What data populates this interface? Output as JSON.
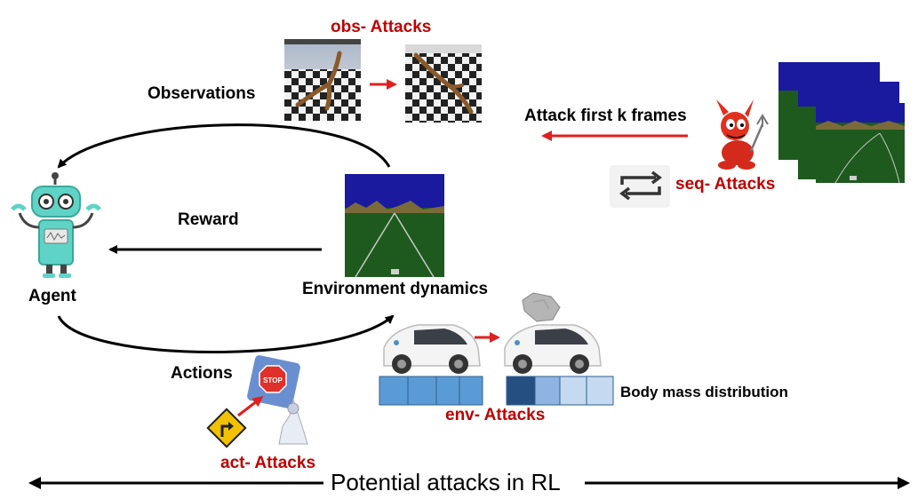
{
  "labels": {
    "obs_attacks": "obs- Attacks",
    "observations": "Observations",
    "attack_first_k": "Attack first k frames",
    "seq_attacks": "seq- Attacks",
    "reward": "Reward",
    "agent": "Agent",
    "environment_dynamics": "Environment dynamics",
    "actions": "Actions",
    "body_mass": "Body mass distribution",
    "env_attacks": "env- Attacks",
    "act_attacks": "act- Attacks",
    "bottom_title": "Potential attacks in RL",
    "stop_sign": "STOP"
  },
  "colors": {
    "attack_red": "#c00000",
    "arrow_red": "#e0201e",
    "game_sky": "#1a1a9e",
    "game_grass": "#1e5a1e",
    "robot_teal": "#5fd4c6",
    "mass_blue": "#5b9bd5",
    "mass_dark": "#244f80",
    "mass_mid": "#8eb4e3",
    "mass_light": "#c5d9f1"
  },
  "icons": [
    "robot-icon",
    "devil-icon",
    "cycle-icon",
    "car-icon",
    "rock-icon",
    "stop-sign-icon",
    "turn-sign-icon",
    "robot-arm-icon"
  ]
}
